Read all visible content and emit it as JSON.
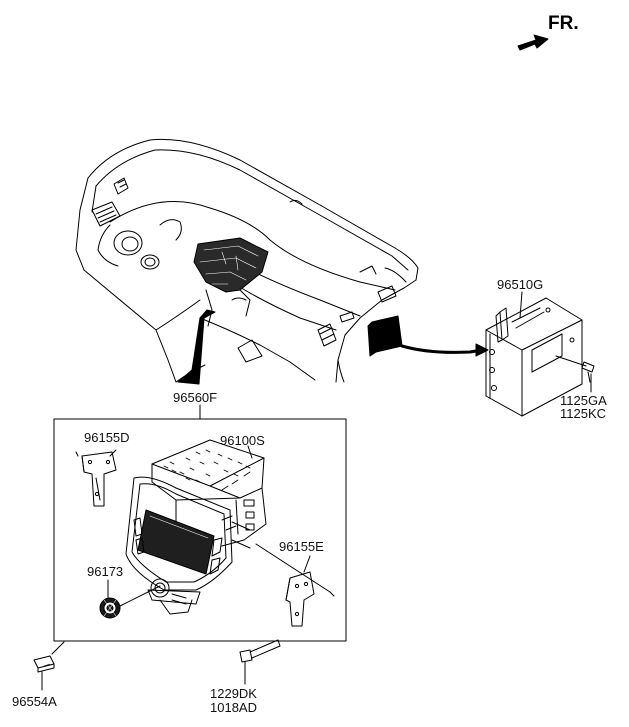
{
  "direction": {
    "label": "FR."
  },
  "parts": {
    "p96510G": "96510G",
    "p1125GA": "1125GA",
    "p1125KC": "1125KC",
    "p96560F": "96560F",
    "p96155D": "96155D",
    "p96100S": "96100S",
    "p96155E": "96155E",
    "p96173": "96173",
    "p96554A": "96554A",
    "p1229DK": "1229DK",
    "p1018AD": "1018AD"
  },
  "colors": {
    "line": "#000000",
    "fill_dark": "#1a1a1a",
    "fill_light": "#ffffff"
  }
}
